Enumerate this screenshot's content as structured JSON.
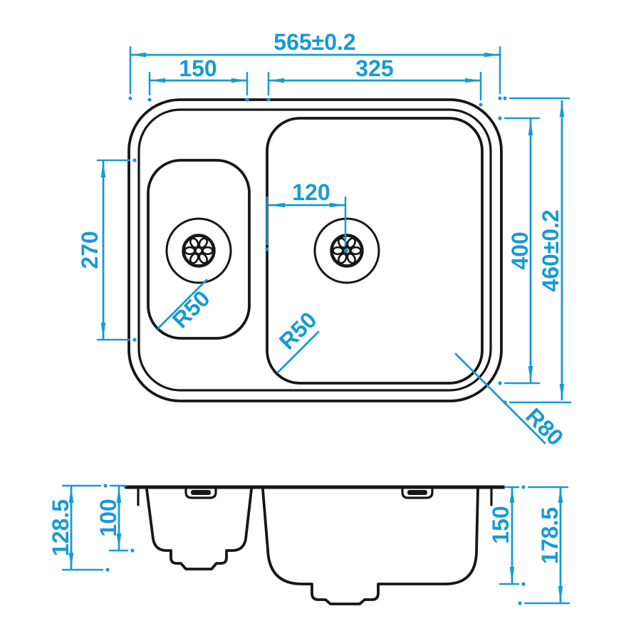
{
  "drawing": {
    "colors": {
      "dimension_accent": "#179AD6",
      "outline": "#161616",
      "background": "#FFFFFF"
    },
    "plan_view": {
      "overall_width": "565±0.2",
      "overall_depth": "460±0.2",
      "small_bowl_width": "150",
      "main_bowl_width": "325",
      "main_bowl_length": "400",
      "small_bowl_length": "270",
      "drain_offset_from_left": "120",
      "small_bowl_radius": "R50",
      "main_bowl_radius": "R50",
      "rim_radius": "R80"
    },
    "section_view": {
      "small_bowl_overall_depth": "128.5",
      "small_bowl_depth": "100",
      "main_bowl_depth": "150",
      "main_bowl_overall_depth": "178.5"
    }
  }
}
